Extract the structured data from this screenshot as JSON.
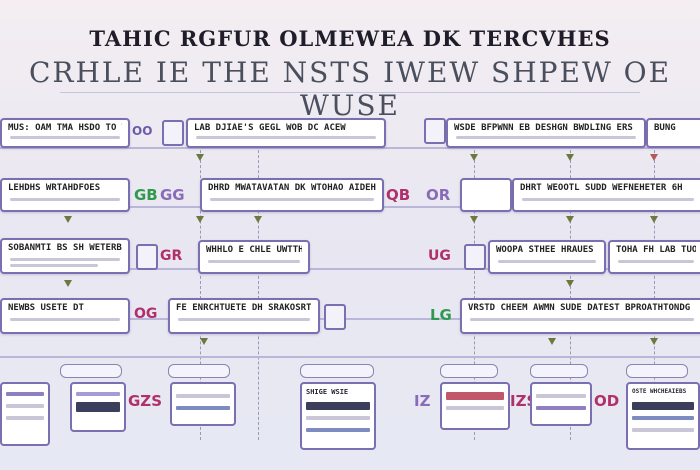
{
  "title": "TAHIC RGFUR OLMEWEA DK TERCVHES",
  "subtitle": "CRHLE IE THE NSTS IWEW SHPEW OE WUSE",
  "rows": [
    {
      "boxes": [
        "MUS: OAM TMA  HSDO TO WSBN",
        "LAB DJIAE'S GEGL WOB DC  ACEW",
        "WSDE BFPWNN  EB DESHGN BWDLING ERS",
        "BUNG"
      ]
    },
    {
      "boxes": [
        "LEHDHS  WRTAHDFOES",
        "DHRD MWATAVATAN DK WTOHAO AIDEHO  KH",
        "DHRT WEOOTL SUDD WEFNEHETER 6H"
      ]
    },
    {
      "boxes": [
        "SOBANMTI BS  SH WETERBRAT",
        "WHHLO  E  CHLE  UWTTHE",
        "WOOPA  STHEE  HRAUES",
        "TOHA  FH LAB  TUOHP"
      ]
    },
    {
      "boxes": [
        "NEWBS USETE  DT",
        "FE ENRCHTUETE DH SRAKOSRT",
        "VRSTD CHEEM AWMN  SUDE DATEST BPROATHTONDG"
      ]
    }
  ],
  "tags": [
    "OO",
    "GB",
    "GG",
    "QB",
    "OR",
    "GR",
    "UG",
    "OG",
    "LG",
    "GZS",
    "IZ",
    "IZS",
    "OD"
  ],
  "bottom_labels": [
    "SHIGE WSIE",
    "OSTE WHCHEAIEBS"
  ]
}
